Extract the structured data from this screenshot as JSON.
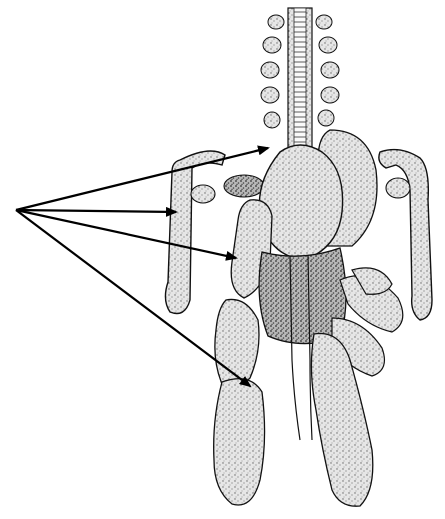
{
  "diagram": {
    "subject": "anatomical-illustration",
    "style": "stippled-ink",
    "colors": {
      "background": "#ffffff",
      "ink": "#111111",
      "stipple_fill": "#d7d7d7",
      "dark_stipple": "#8c8c8c",
      "arrow": "#000000"
    },
    "pointer_count": 4
  }
}
